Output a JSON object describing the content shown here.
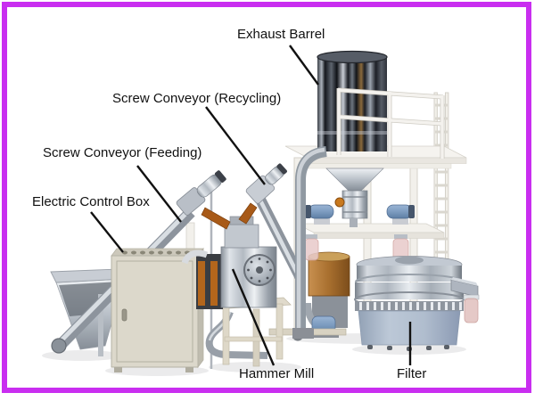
{
  "colors": {
    "frame_border": "#c92ef0",
    "background": "#ffffff",
    "label_text": "#111111",
    "leader_line": "#111111"
  },
  "diagram": {
    "labels": {
      "exhaust_barrel": "Exhaust Barrel",
      "screw_conveyor_recycling": "Screw Conveyor (Recycling)",
      "screw_conveyor_feeding": "Screw Conveyor (Feeding)",
      "electric_control_box": "Electric Control Box",
      "hammer_mill": "Hammer Mill",
      "filter": "Filter"
    }
  }
}
